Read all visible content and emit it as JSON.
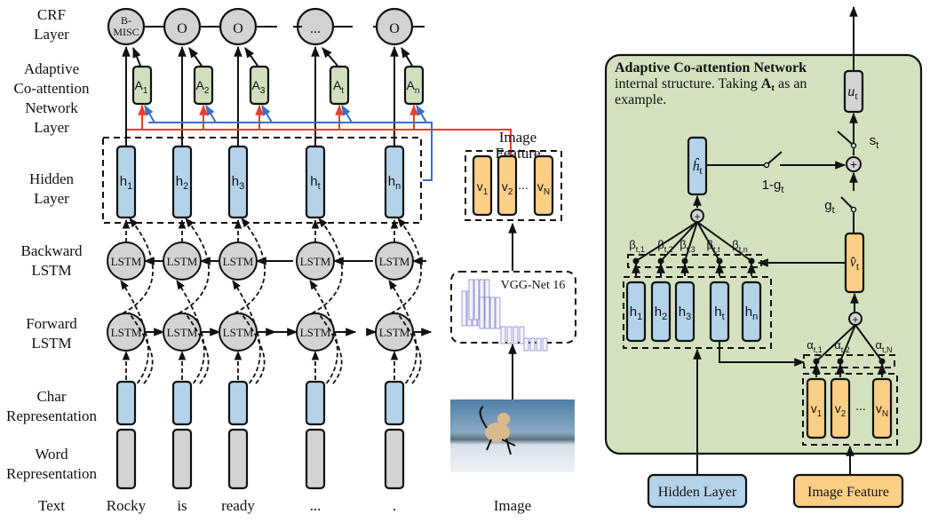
{
  "left": {
    "row_labels": {
      "crf": [
        "CRF",
        "Layer"
      ],
      "acn": [
        "Adaptive",
        "Co-attention",
        "Network",
        "Layer"
      ],
      "hidden": [
        "Hidden",
        "Layer"
      ],
      "backward": [
        "Backward",
        "LSTM"
      ],
      "forward": [
        "Forward",
        "LSTM"
      ],
      "char": [
        "Char",
        "Representation"
      ],
      "word": [
        "Word",
        "Representation"
      ],
      "text": "Text"
    },
    "crf_nodes": [
      [
        "B-",
        "MISC"
      ],
      [
        "O"
      ],
      [
        "O"
      ],
      [
        "..."
      ],
      [
        "O"
      ]
    ],
    "attention_nodes": [
      {
        "base": "A",
        "sub": "1"
      },
      {
        "base": "A",
        "sub": "2"
      },
      {
        "base": "A",
        "sub": "3"
      },
      {
        "base": "A",
        "sub": "t"
      },
      {
        "base": "A",
        "sub": "n"
      }
    ],
    "hidden_nodes": [
      {
        "base": "h",
        "sub": "1"
      },
      {
        "base": "h",
        "sub": "2"
      },
      {
        "base": "h",
        "sub": "3"
      },
      {
        "base": "h",
        "sub": "t"
      },
      {
        "base": "h",
        "sub": "n"
      }
    ],
    "lstm_label": "LSTM",
    "words": [
      "Rocky",
      "is",
      "ready",
      "...",
      "."
    ]
  },
  "image_branch": {
    "feature_title": [
      "Image",
      "Feature"
    ],
    "feature_nodes": [
      {
        "base": "v",
        "sub": "1"
      },
      {
        "base": "v",
        "sub": "2"
      },
      {
        "base": "v",
        "sub": "N"
      }
    ],
    "ellipsis": "...",
    "cnn_label": "VGG-Net 16",
    "photo_caption": "Image",
    "photo_description": "dog running on snow"
  },
  "right": {
    "title_bold": "Adaptive Co-attention Network",
    "desc_1": "internal structure. Taking ",
    "desc_bold": "A",
    "desc_bold_sub": "t",
    "desc_2": " as an",
    "desc_3": "example.",
    "output": {
      "base": "u",
      "sub": "t"
    },
    "h_hat": {
      "base": "ĥ",
      "sub": "t"
    },
    "v_hat": {
      "base": "v̂",
      "sub": "t"
    },
    "gate_s": {
      "base": "s",
      "sub": "t"
    },
    "gate_g": {
      "base": "g",
      "sub": "t"
    },
    "gate_1g": {
      "base": "1-g",
      "sub": "t"
    },
    "betas": [
      {
        "base": "β",
        "sub": "t,1"
      },
      {
        "base": "β",
        "sub": "t,2"
      },
      {
        "base": "β",
        "sub": "t,3"
      },
      {
        "base": "β",
        "sub": "t,t"
      },
      {
        "base": "β",
        "sub": "t,n"
      }
    ],
    "alphas": [
      {
        "base": "α",
        "sub": "t,1"
      },
      {
        "base": "α",
        "sub": "t,2"
      },
      {
        "base": "α",
        "sub": "t,N"
      }
    ],
    "hidden_nodes": [
      {
        "base": "h",
        "sub": "1"
      },
      {
        "base": "h",
        "sub": "2"
      },
      {
        "base": "h",
        "sub": "3"
      },
      {
        "base": "h",
        "sub": "t"
      },
      {
        "base": "h",
        "sub": "n"
      }
    ],
    "feature_nodes": [
      {
        "base": "v",
        "sub": "1"
      },
      {
        "base": "v",
        "sub": "2"
      },
      {
        "base": "v",
        "sub": "N"
      }
    ],
    "ellipsis": "...",
    "hidden_input_label": "Hidden Layer",
    "image_input_label": "Image Feature"
  }
}
